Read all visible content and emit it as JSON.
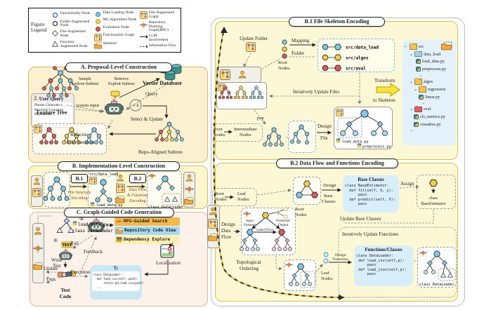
{
  "colors": {
    "node_blue": "#7fc8e8",
    "node_yellow": "#f2cf45",
    "node_red": "#dd5a5a",
    "panel_cream": "#fbf0cf",
    "panel_yellow": "#fcf8d6",
    "panel_pink": "#fdf2ea",
    "tool_orange": "#f2b94b",
    "tool_blue": "#a6d9ee",
    "tool_yellow": "#fcf0b0"
  },
  "legend": {
    "title": "Figure Legend",
    "col1": [
      {
        "icon": "functionality-node-icon",
        "label": "Functionality Node"
      },
      {
        "icon": "folder-augmented-node-icon",
        "label": "Folder-Augmented Node"
      },
      {
        "icon": "file-augmented-node-icon",
        "label": "File-Augmented Node"
      },
      {
        "icon": "function-augmented-node-icon",
        "label": "Function-Augmented Node"
      }
    ],
    "col2": [
      {
        "icon": "data-loading-node-icon",
        "label": "Data Loading Node"
      },
      {
        "icon": "ml-algorithms-node-icon",
        "label": "ML Algorithms Node"
      },
      {
        "icon": "evaluation-node-icon",
        "label": "Evaluation Node"
      },
      {
        "icon": "functionality-graph-icon",
        "label": "Functionality Graph"
      },
      {
        "icon": "skeleton-icon",
        "label": "Skeleton"
      }
    ],
    "col3": [
      {
        "icon": "file-augmented-graph-icon",
        "label": "File-Augmented Graph"
      },
      {
        "icon": "rpg-icon",
        "label": "Repository Planning Graph(RPG)"
      },
      {
        "icon": "llm-involvement-arrow-icon",
        "label": "LLM Involvement"
      },
      {
        "icon": "information-flow-arrow-icon",
        "label": "Information Flow"
      }
    ]
  },
  "panel_a": {
    "title": "A. Proposal-Level Construction",
    "feature_tree": "Feature Tree",
    "embedding_nodes": "Embedding Nodes",
    "vector_database": "Vector Database",
    "sample_l1": "Sample",
    "sample_l2": "Explore-Subtree",
    "retrieve_l1": "Retrieve",
    "retrieve_l2": "Exploit-Subtree",
    "query": "Query",
    "system_input": "system input",
    "times_k": "× k",
    "select_update": "Select & Update",
    "refactor": "Refactor",
    "after_iteration": "After Iteration",
    "repo_aligned": "Repo-Aligned Subtree",
    "user_query_title": "User Query",
    "user_query_text": "Please Generate a Machine Learning Repository."
  },
  "panel_b": {
    "title": "B. Implementation-Level Construction",
    "b1_tag": "B.1",
    "b1_l1": "File Structure",
    "b1_l2": "Encoding",
    "b2_tag": "B.2",
    "b2_l1": "Data Flow",
    "b2_l2": "& Functions",
    "b2_l3": "Encoding",
    "src_label": "src/data_load",
    "file_label": "load_data.py",
    "class_label": "class DataLoader"
  },
  "panel_c": {
    "title": "C. Graph-Guided Code Generation",
    "file_label": "load_data.py",
    "class_label": "class DataLoader",
    "step1": "①",
    "step2": "②",
    "tools": [
      {
        "icon": "rpg-icon",
        "label": "RPG-Guided Search"
      },
      {
        "icon": "repository-folder-icon",
        "label": "Repository Code View"
      },
      {
        "icon": "dependency-books-icon",
        "label": "Dependency Explore"
      }
    ],
    "fail": "Fail",
    "feedback": "Feedback",
    "write_l1": "Write",
    "write_l2": "Test",
    "update": "Update",
    "execution": "Execution",
    "pass": "Pass",
    "test_flag": "TEST",
    "test_code_l1": "Test",
    "test_code_l2": "Code",
    "localization": "Localization",
    "code": "class DataLoader:\n  def load_csv(self, path):\n      return pd.read_csv(path)\n  ..."
  },
  "b1": {
    "title": "B.1 File Skeleton Encoding",
    "update_folder": "Update Folder",
    "root_l1": "Root",
    "root_l2": "Nodes",
    "mapping": "Mapping",
    "folder": "Folder",
    "map_rows": [
      {
        "label": "src/data_load"
      },
      {
        "label": "src/algos"
      },
      {
        "label": "src/eval"
      }
    ],
    "iteratively": "Iteratively Update Files",
    "pop": "pop",
    "rn_l1": "Root",
    "rn_l2": "Nodes",
    "in_l1": "Intermediate",
    "in_l2": "Nodes",
    "design": "Design",
    "file": "File",
    "file1": "load_data.py",
    "file2": "preprocess.py",
    "transform_l1": "Transform",
    "transform_l2": "to Skeleton",
    "tree": [
      {
        "twisty": "›",
        "label": "src"
      },
      {
        "twisty": "⌄",
        "label": "data_load"
      },
      {
        "label": "load_data.py"
      },
      {
        "label": "preprocess.py"
      },
      {
        "label": "↔"
      },
      {
        "twisty": "⌄",
        "label": "algos"
      },
      {
        "twisty": "⌄",
        "label": "regression"
      },
      {
        "label": "linear.py"
      },
      {
        "label": "↔"
      },
      {
        "twisty": "⌄",
        "label": "eval"
      },
      {
        "label": "cls_metrics.py"
      },
      {
        "label": "visualize.py"
      },
      {
        "label": "↔"
      }
    ]
  },
  "b2": {
    "title": "B.2 Data Flow and Functions Encoding",
    "rn_l1": "Root",
    "rn_l2": "Nodes",
    "ln_l1": "Leaf",
    "ln_l2": "Nodes",
    "root2_l1": "Root",
    "root2_l2": "Nodes",
    "dbc_l1": "Design",
    "dbc_l2": "Base",
    "dbc_l3": "Classes",
    "ddf_l1": "Design",
    "ddf_l2": "Data",
    "ddf_l3": "Flow",
    "input_l1": "Input",
    "input_l2": "Features",
    "pred_l1": "Predicted",
    "pred_l2": "Output",
    "label_flow": "Label Flow",
    "topo_l1": "Topological",
    "topo_l2": "Ordering",
    "leaf2_l1": "Leaf",
    "leaf2_l2": "Nodes",
    "df_l1": "Design",
    "df_l2": "Functions",
    "base_title": "Base Classes",
    "base_code": "class BaseEstimator:\n  def fit(self, X, y):\n      pass\n  def predict(self, X):\n      pass",
    "assign": "Assign",
    "cbe_l1": "class",
    "cbe_l2": "BaseEstimator",
    "update_base": "Update Base Classes",
    "iter_fn": "Iteratively Update Functions",
    "fn_title": "Functions/Classes",
    "fn_code": "class DataLoader:\n def load_csv(self,p):\n     pass\n def load_json(self,p):\n     pass",
    "class_dl": "class DataLoader"
  }
}
